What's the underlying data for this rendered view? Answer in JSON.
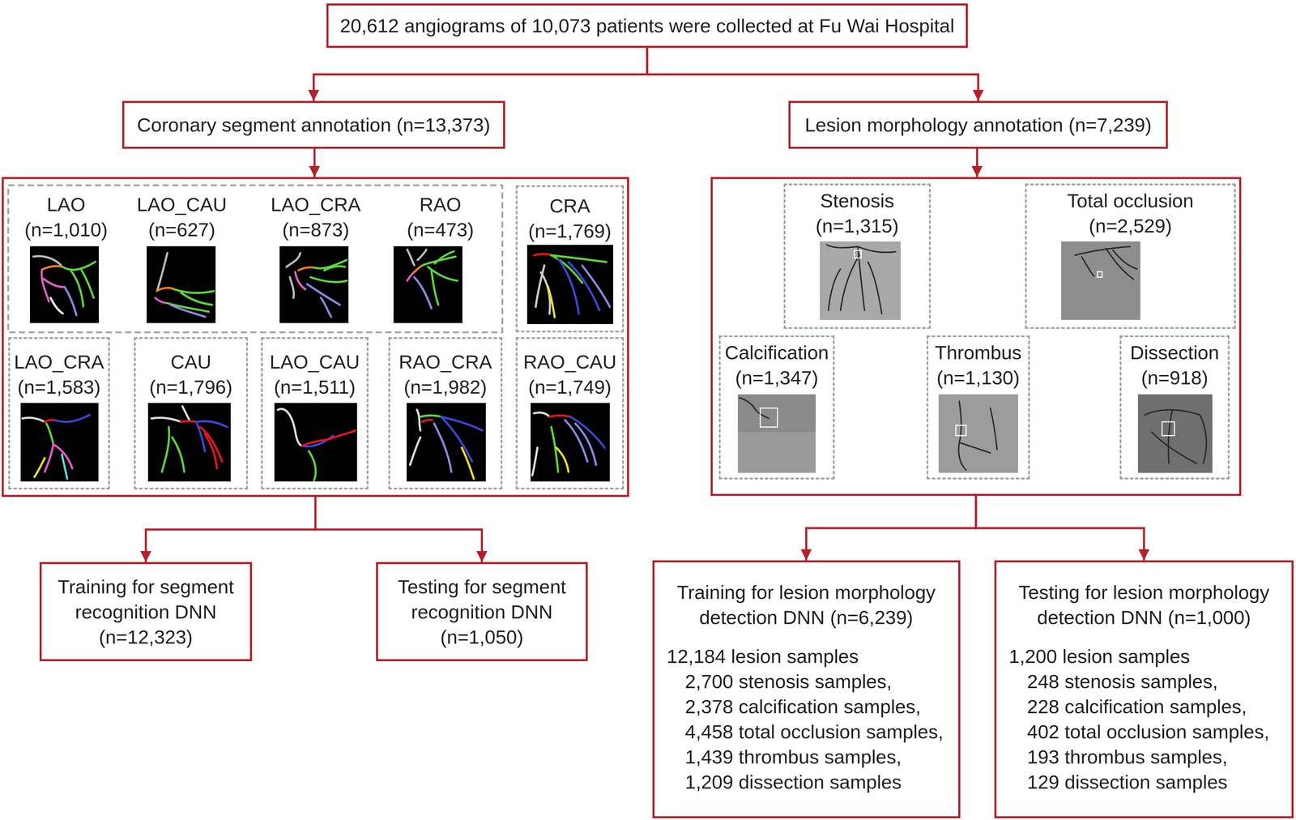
{
  "diagram": {
    "nodes": [
      {
        "text": [
          "20,612 angiograms of 10,073 patients were collected at Fu Wai Hospital"
        ]
      },
      {
        "text": [
          "Coronary segment annotation (n=13,373)"
        ]
      },
      {
        "text": [
          "Lesion morphology annotation (n=7,239)"
        ]
      },
      {
        "text": []
      },
      {
        "text": [
          "LAO",
          "(n=1,010)"
        ],
        "in": 3
      },
      {
        "text": [
          "LAO_CAU",
          "(n=627)"
        ],
        "in": 3
      },
      {
        "text": [
          "LAO_CRA",
          "(n=873)"
        ],
        "in": 3
      },
      {
        "text": [
          "RAO",
          "(n=473)"
        ],
        "in": 3
      },
      {
        "text": [
          "CRA",
          "(n=1,769)"
        ],
        "in": 3
      },
      {
        "text": [
          "LAO_CRA",
          "(n=1,583)"
        ],
        "in": 3
      },
      {
        "text": [
          "CAU",
          "(n=1,796)"
        ],
        "in": 3
      },
      {
        "text": [
          "LAO_CAU",
          "(n=1,511)"
        ],
        "in": 3
      },
      {
        "text": [
          "RAO_CRA",
          "(n=1,982)"
        ],
        "in": 3
      },
      {
        "text": [
          "RAO_CAU",
          "(n=1,749)"
        ],
        "in": 3
      },
      {
        "text": []
      },
      {
        "text": [
          "Stenosis",
          "(n=1,315)"
        ],
        "in": 14
      },
      {
        "text": [
          "Total occlusion",
          "(n=2,529)"
        ],
        "in": 14
      },
      {
        "text": [
          "Calcification",
          "(n=1,347)"
        ],
        "in": 14
      },
      {
        "text": [
          "Thrombus",
          "(n=1,130)"
        ],
        "in": 14
      },
      {
        "text": [
          "Dissection",
          "(n=918)"
        ],
        "in": 14
      },
      {
        "text": [
          "Training for segment recognition DNN (n=12,323)"
        ]
      },
      {
        "text": [
          "Testing for segment recognition DNN (n=1,050)"
        ]
      },
      {
        "text": [
          "Training for lesion morphology detection DNN (n=6,239)",
          "12,184 lesion samples",
          "2,700 stenosis samples,",
          "2,378 calcification samples,",
          "4,458 total occlusion samples,",
          "1,439 thrombus samples,",
          "1,209 dissection samples"
        ]
      },
      {
        "text": [
          "Testing for lesion morphology detection DNN (n=1,000)",
          "1,200 lesion samples",
          "248 stenosis samples,",
          "228 calcification samples,",
          "402 total occlusion samples,",
          "193 thrombus samples,",
          "129 dissection samples"
        ]
      }
    ],
    "edges": [
      {
        "from": 0,
        "to": 1,
        "arrow": "to"
      },
      {
        "from": 0,
        "to": 2,
        "arrow": "to"
      },
      {
        "from": 1,
        "to": 3,
        "arrow": "to"
      },
      {
        "from": 2,
        "to": 14,
        "arrow": "to"
      },
      {
        "from": 3,
        "to": 20,
        "arrow": "to"
      },
      {
        "from": 3,
        "to": 21,
        "arrow": "to"
      },
      {
        "from": 14,
        "to": 22,
        "arrow": "to"
      },
      {
        "from": 14,
        "to": 23,
        "arrow": "to"
      }
    ]
  }
}
